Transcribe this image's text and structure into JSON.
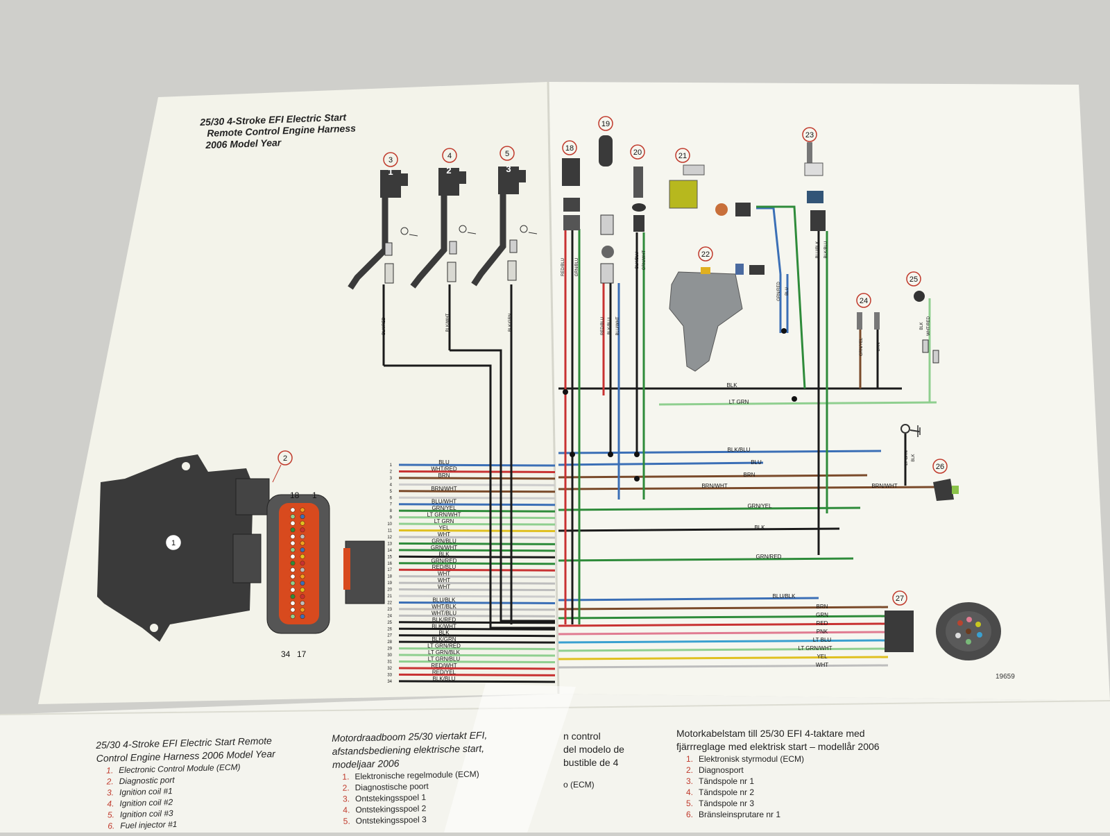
{
  "diagram": {
    "title_lines": [
      "25/30 4-Stroke EFI Electric Start",
      "Remote Control Engine Harness",
      "2006 Model Year"
    ],
    "callouts": [
      "1",
      "2",
      "3",
      "4",
      "5",
      "18",
      "19",
      "20",
      "21",
      "22",
      "23",
      "24",
      "25",
      "26",
      "27"
    ],
    "coil_numbers": [
      "1",
      "2",
      "3"
    ],
    "connector_pin_labels": {
      "top_left": "18",
      "top_right": "1",
      "bottom_left": "34",
      "bottom_right": "17"
    },
    "figure_number": "19659",
    "ecm_pins": [
      {
        "num": "1",
        "label": "BLU",
        "color": "#3b6fb6"
      },
      {
        "num": "2",
        "label": "WHT/RED",
        "color": "#c83232"
      },
      {
        "num": "3",
        "label": "BRN",
        "color": "#7a4a2a"
      },
      {
        "num": "4",
        "label": "",
        "color": "#ffffff"
      },
      {
        "num": "5",
        "label": "BRN/WHT",
        "color": "#7a4a2a"
      },
      {
        "num": "6",
        "label": "",
        "color": "#ffffff"
      },
      {
        "num": "7",
        "label": "BLU/WHT",
        "color": "#3b6fb6"
      },
      {
        "num": "8",
        "label": "GRN/YEL",
        "color": "#2e8b3a"
      },
      {
        "num": "9",
        "label": "LT GRN/WHT",
        "color": "#8fcf8f"
      },
      {
        "num": "10",
        "label": "LT GRN",
        "color": "#8fcf8f"
      },
      {
        "num": "11",
        "label": "YEL",
        "color": "#e0c020"
      },
      {
        "num": "12",
        "label": "WHT",
        "color": "#bdbdbd"
      },
      {
        "num": "13",
        "label": "GRN/BLU",
        "color": "#2e8b3a"
      },
      {
        "num": "14",
        "label": "GRN/WHT",
        "color": "#2e8b3a"
      },
      {
        "num": "15",
        "label": "BLK",
        "color": "#1a1a1a"
      },
      {
        "num": "16",
        "label": "GRN/RED",
        "color": "#2e8b3a"
      },
      {
        "num": "17",
        "label": "RED/BLU",
        "color": "#c83232"
      },
      {
        "num": "18",
        "label": "WHT",
        "color": "#bdbdbd"
      },
      {
        "num": "19",
        "label": "WHT",
        "color": "#bdbdbd"
      },
      {
        "num": "20",
        "label": "WHT",
        "color": "#bdbdbd"
      },
      {
        "num": "21",
        "label": "",
        "color": "#ffffff"
      },
      {
        "num": "22",
        "label": "BLU/BLK",
        "color": "#3b6fb6"
      },
      {
        "num": "23",
        "label": "WHT/BLK",
        "color": "#bdbdbd"
      },
      {
        "num": "24",
        "label": "WHT/BLU",
        "color": "#bdbdbd"
      },
      {
        "num": "25",
        "label": "BLK/RED",
        "color": "#1a1a1a"
      },
      {
        "num": "26",
        "label": "BLK/WHT",
        "color": "#1a1a1a"
      },
      {
        "num": "27",
        "label": "BLK",
        "color": "#1a1a1a"
      },
      {
        "num": "28",
        "label": "BLK/GRN",
        "color": "#1a1a1a"
      },
      {
        "num": "29",
        "label": "LT GRN/RED",
        "color": "#8fcf8f"
      },
      {
        "num": "30",
        "label": "LT GRN/BLK",
        "color": "#8fcf8f"
      },
      {
        "num": "31",
        "label": "LT GRN/BLU",
        "color": "#8fcf8f"
      },
      {
        "num": "32",
        "label": "RED/WHT",
        "color": "#c83232"
      },
      {
        "num": "33",
        "label": "RED/YEL",
        "color": "#c83232"
      },
      {
        "num": "34",
        "label": "BLK/BLU",
        "color": "#1a1a1a"
      }
    ],
    "right_wire_labels": [
      "BLK",
      "LT GRN",
      "BLK/BLU",
      "BLU",
      "BRN",
      "BRN/WHT",
      "GRN/YEL",
      "BLK",
      "GRN/RED",
      "BLU/BLK",
      "BRN/WHT"
    ],
    "harness_27_labels": [
      "BRN",
      "GRN",
      "RED",
      "PNK",
      "LT BLU",
      "LT GRN/WHT",
      "YEL",
      "WHT"
    ],
    "vertical_labels": [
      "BLK/RED",
      "BLK/WHT",
      "BLK/GRN",
      "RED/BLU",
      "GRN/BLU",
      "RED/BLU",
      "BLK/BLU",
      "BLU/WHT",
      "BLK/BLU",
      "GRN/WHT",
      "GRN/RED",
      "BLU",
      "BLU/BLK",
      "BLK/BLU",
      "GRN/YEL",
      "BRN",
      "BLK",
      "WHT/RED",
      "LT GRN",
      "BLK"
    ]
  },
  "legend_en": {
    "title": "25/30 4-Stroke EFI Electric Start Remote Control Engine Harness 2006 Model Year",
    "items": [
      {
        "num": "1.",
        "text": "Electronic Control Module (ECM)"
      },
      {
        "num": "2.",
        "text": "Diagnostic port"
      },
      {
        "num": "3.",
        "text": "Ignition coil #1"
      },
      {
        "num": "4.",
        "text": "Ignition coil #2"
      },
      {
        "num": "5.",
        "text": "Ignition coil #3"
      },
      {
        "num": "6.",
        "text": "Fuel injector #1"
      }
    ]
  },
  "legend_nl": {
    "title": "Motordraadboom 25/30 viertakt EFI, afstandsbediening elektrische start, modeljaar 2006",
    "items": [
      {
        "num": "1.",
        "text": "Elektronische regelmodule (ECM)"
      },
      {
        "num": "2.",
        "text": "Diagnostische poort"
      },
      {
        "num": "3.",
        "text": "Ontstekingsspoel 1"
      },
      {
        "num": "4.",
        "text": "Ontstekingsspoel 2"
      },
      {
        "num": "5.",
        "text": "Ontstekingsspoel 3"
      }
    ]
  },
  "legend_es_partial": {
    "lines": [
      "n control",
      "del modelo de",
      "bustible de 4",
      "o (ECM)"
    ]
  },
  "legend_sv": {
    "title": "Motorkabelstam till 25/30 EFI 4-taktare med fjärrreglage med elektrisk start – modellår 2006",
    "items": [
      {
        "num": "1.",
        "text": "Elektronisk styrmodul (ECM)"
      },
      {
        "num": "2.",
        "text": "Diagnosport"
      },
      {
        "num": "3.",
        "text": "Tändspole nr 1"
      },
      {
        "num": "4.",
        "text": "Tändspole nr 2"
      },
      {
        "num": "5.",
        "text": "Tändspole nr 3"
      },
      {
        "num": "6.",
        "text": "Bränsleinsprutare nr 1"
      }
    ]
  },
  "colors": {
    "paper": "#f4f4ec",
    "background": "#cfcfcb",
    "callout_ring": "#c0392b",
    "ecm_body": "#3a3a3a",
    "connector_orange": "#d84a1e"
  }
}
